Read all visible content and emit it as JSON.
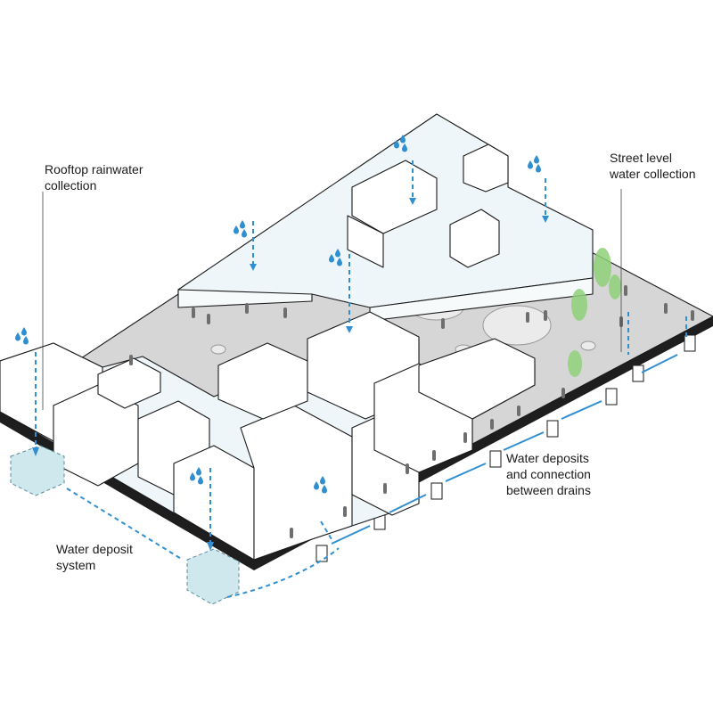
{
  "labels": {
    "rooftop": [
      "Rooftop rainwater",
      "collection"
    ],
    "street": [
      "Street level",
      "water collection"
    ],
    "deposits": [
      "Water deposits",
      "and connection",
      "between drains"
    ],
    "system": [
      "Water deposit",
      "system"
    ]
  },
  "colors": {
    "water": "#2f8fd0",
    "tank": "#cfe8ee",
    "tree": "#8fd17a",
    "outline": "#1a1a1a"
  },
  "icons": [
    "raindrop-icon",
    "person-icon",
    "cyclist-icon",
    "tree-icon"
  ]
}
